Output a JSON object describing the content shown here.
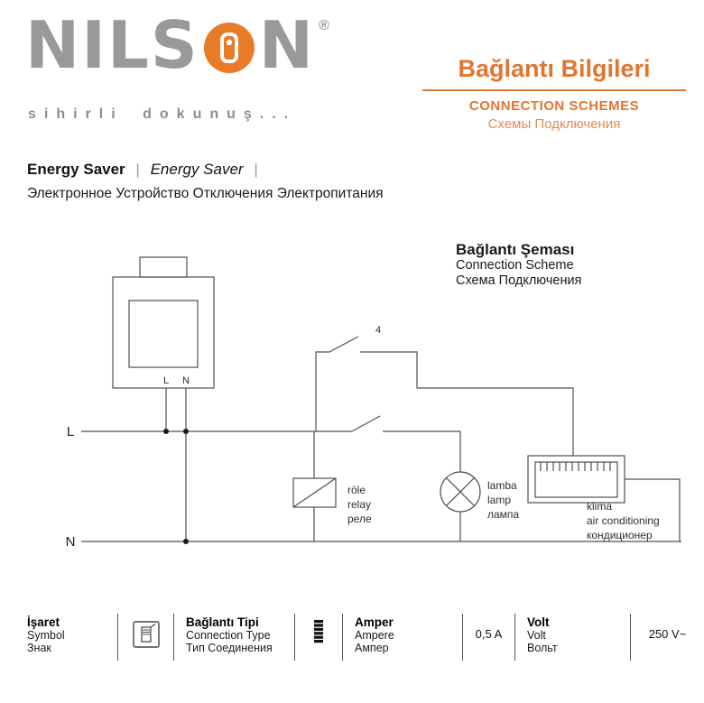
{
  "brand": {
    "logo_left": "NILS",
    "logo_right": "N",
    "registered": "®",
    "tagline": "sihirli dokunuş...",
    "logo_gray": "#97999B",
    "accent_orange": "#E2752F"
  },
  "header": {
    "title_tr": "Bağlantı Bilgileri",
    "title_en": "CONNECTION SCHEMES",
    "title_ru": "Схемы Подключения"
  },
  "product": {
    "name_tr": "Energy Saver",
    "separator": "|",
    "name_en": "Energy Saver",
    "desc_ru": "Электронное Устройство Отключения Электропитания"
  },
  "scheme": {
    "title_tr": "Bağlantı Şeması",
    "title_en": "Connection Scheme",
    "title_ru": "Схема Подключения",
    "label_line_l": "L",
    "label_line_n": "N",
    "label_device_l": "L",
    "label_device_n": "N",
    "label_switch": "4",
    "relay": [
      "röle",
      "relay",
      "реле"
    ],
    "lamp": [
      "lamba",
      "lamp",
      "лампа"
    ],
    "ac": [
      "klima",
      "air conditioning",
      "кондиционер"
    ]
  },
  "footer": {
    "symbol_labels": [
      "İşaret",
      "Symbol",
      "Знак"
    ],
    "connection_labels": [
      "Bağlantı Tipi",
      "Connection Type",
      "Тип Соединения"
    ],
    "ampere_labels": [
      "Amper",
      "Ampere",
      "Ампер"
    ],
    "ampere_value": "0,5 A",
    "volt_labels": [
      "Volt",
      "Volt",
      "Вольт"
    ],
    "volt_value": "250 V~"
  }
}
